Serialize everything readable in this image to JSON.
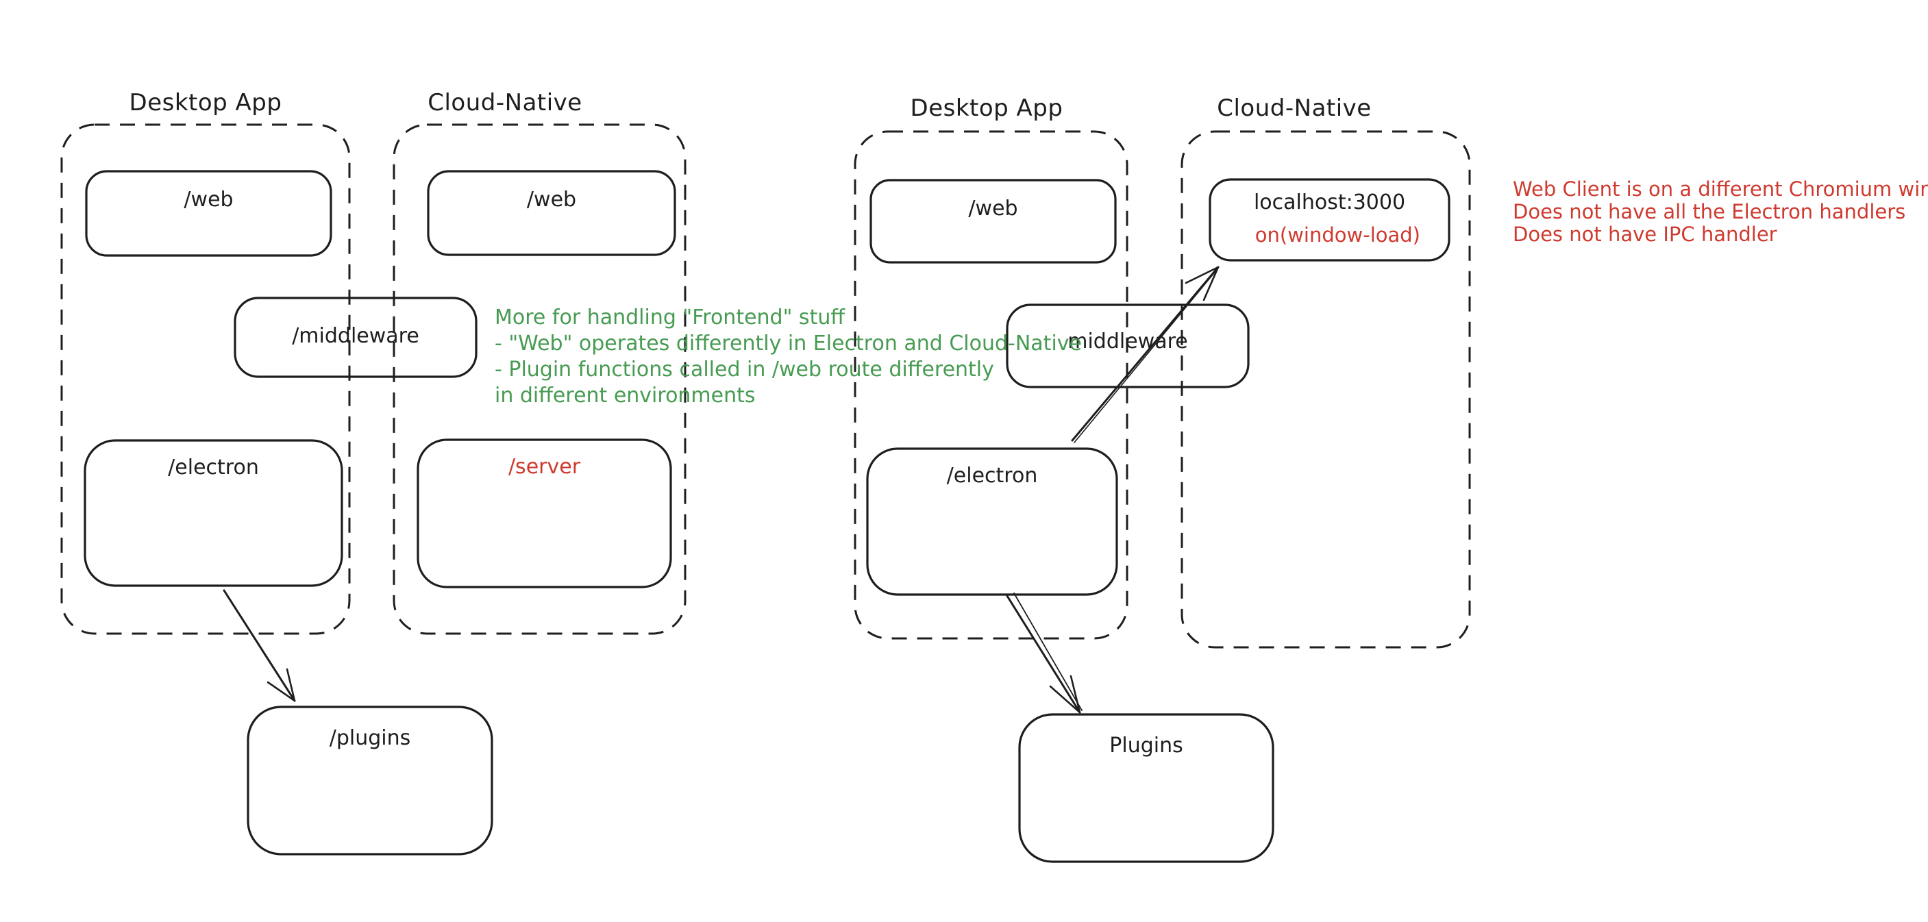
{
  "colors": {
    "ink": "#1e1e1e",
    "red": "#cf3a2f",
    "green": "#479b52",
    "background": "#ffffff"
  },
  "left": {
    "desktop": {
      "title": "Desktop App",
      "web": "/web",
      "electron": "/electron"
    },
    "cloud": {
      "title": "Cloud-Native",
      "web": "/web",
      "server": "/server"
    },
    "middleware": "/middleware",
    "plugins": "/plugins",
    "note": [
      "More for handling \"Frontend\" stuff",
      "- \"Web\" operates differently in Electron and Cloud-Native",
      "- Plugin functions called in /web route differently",
      "in different environments"
    ]
  },
  "right": {
    "desktop": {
      "title": "Desktop App",
      "web": "/web",
      "electron": "/electron"
    },
    "cloud": {
      "title": "Cloud-Native",
      "localhost": "localhost:3000",
      "window_load": "on(window-load)"
    },
    "middleware": "middleware",
    "plugins": "Plugins",
    "note": [
      "Web Client is on a different Chromium window",
      "Does not have all the Electron handlers",
      "Does not have IPC handler"
    ]
  }
}
